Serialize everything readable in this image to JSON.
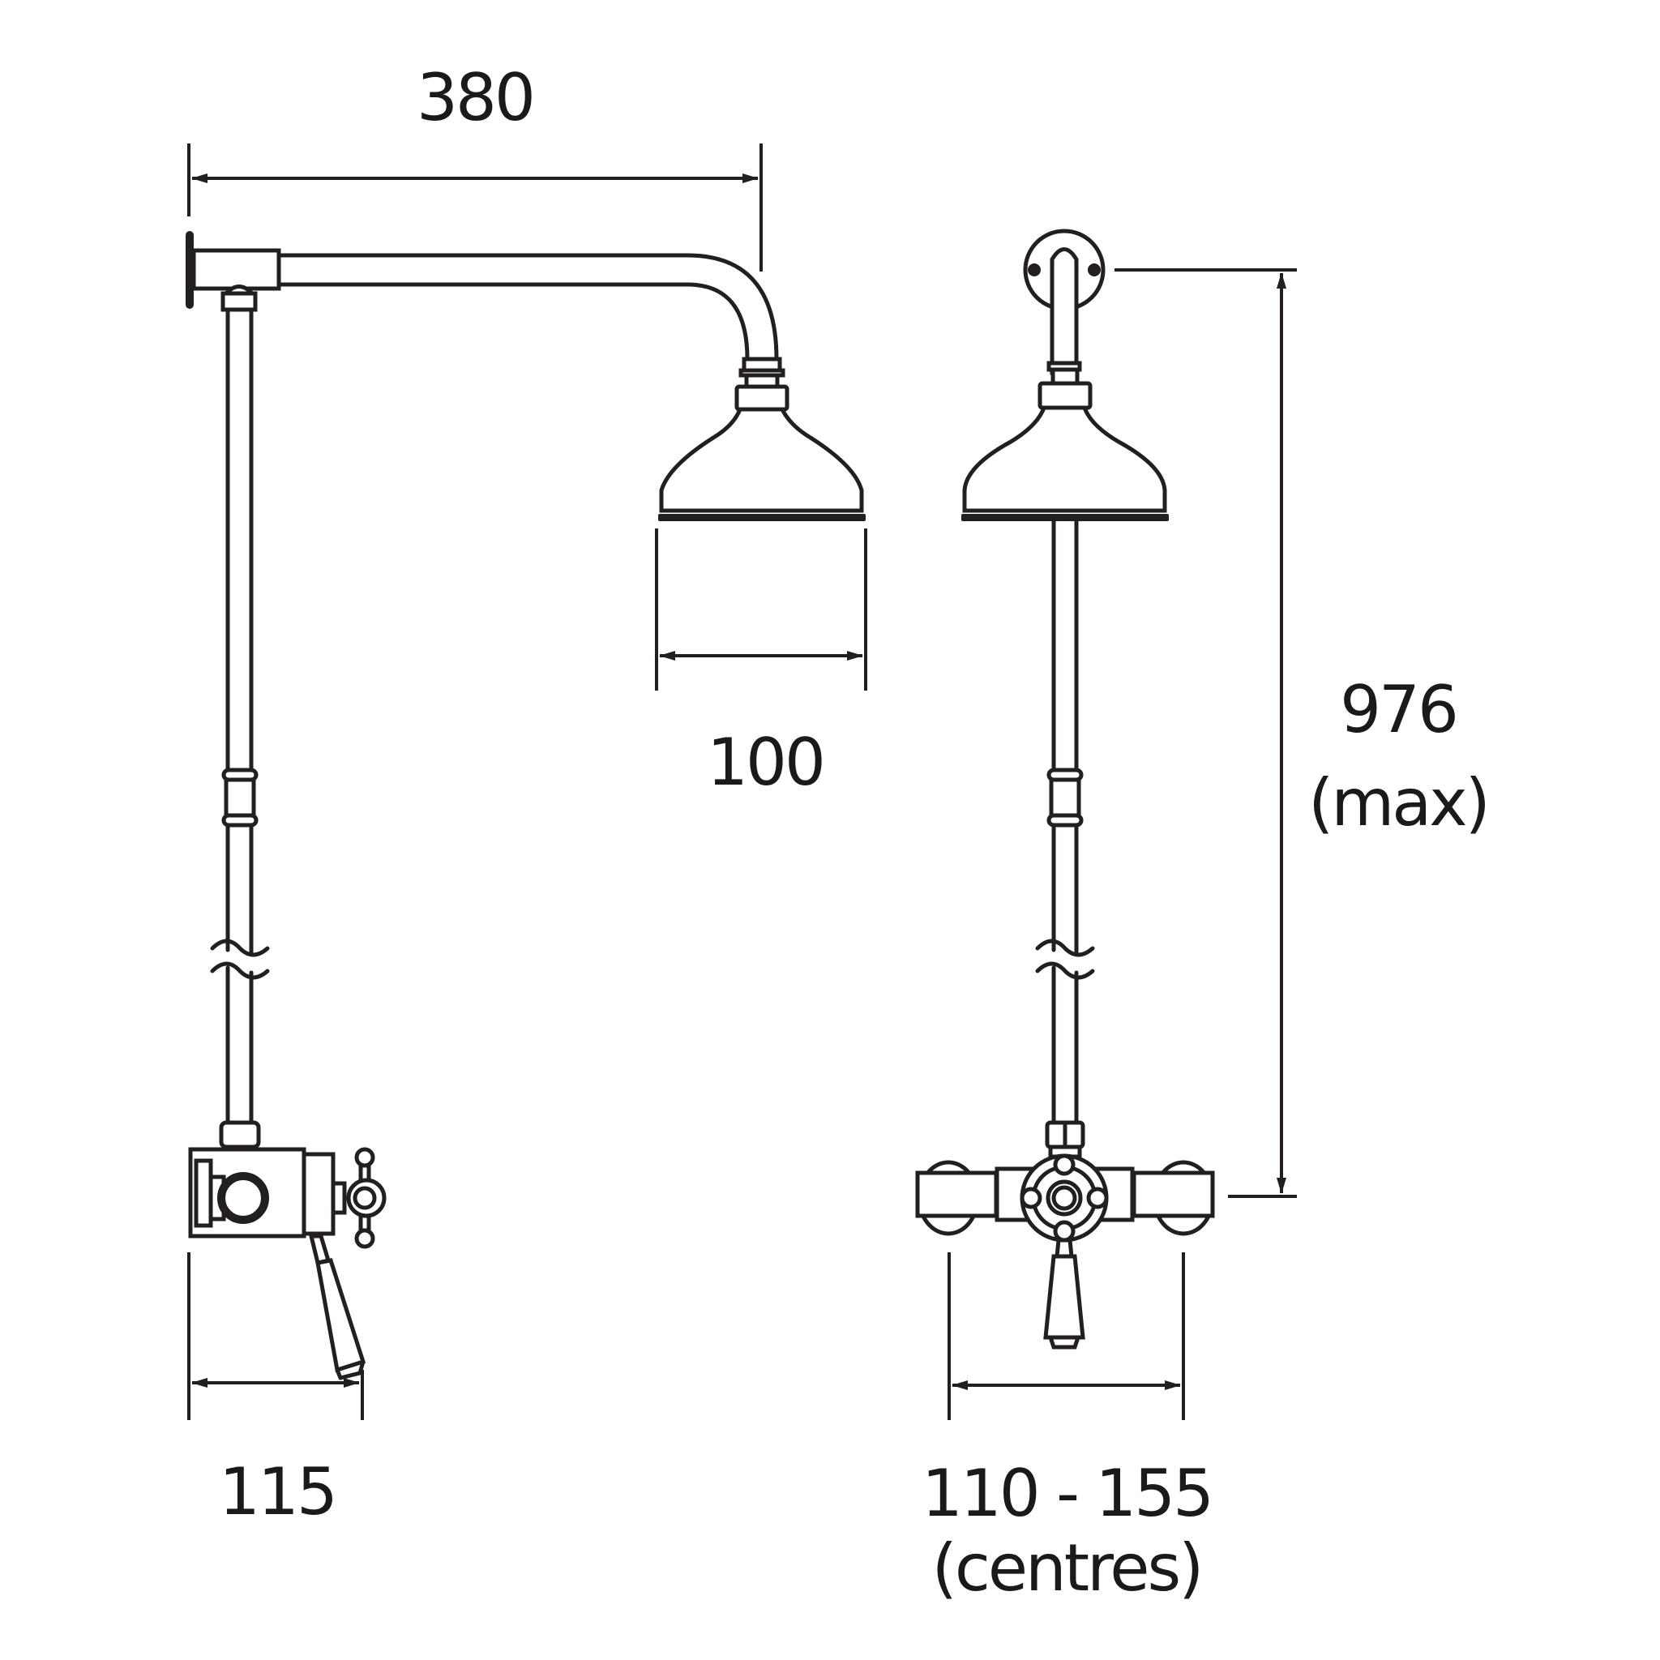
{
  "diagram": {
    "subject": "Exposed thermostatic shower valve with rigid riser and fixed overhead shower head",
    "views": [
      "side-view",
      "front-view"
    ],
    "line_color": "#231f20",
    "background": "#ffffff"
  },
  "dimensions": {
    "arm_projection": {
      "value": "380"
    },
    "head_diameter": {
      "value": "100"
    },
    "valve_depth": {
      "value": "115"
    },
    "overall_height": {
      "value": "976",
      "note": "(max)"
    },
    "inlet_centres": {
      "value": "110 - 155",
      "note": "(centres)"
    }
  }
}
